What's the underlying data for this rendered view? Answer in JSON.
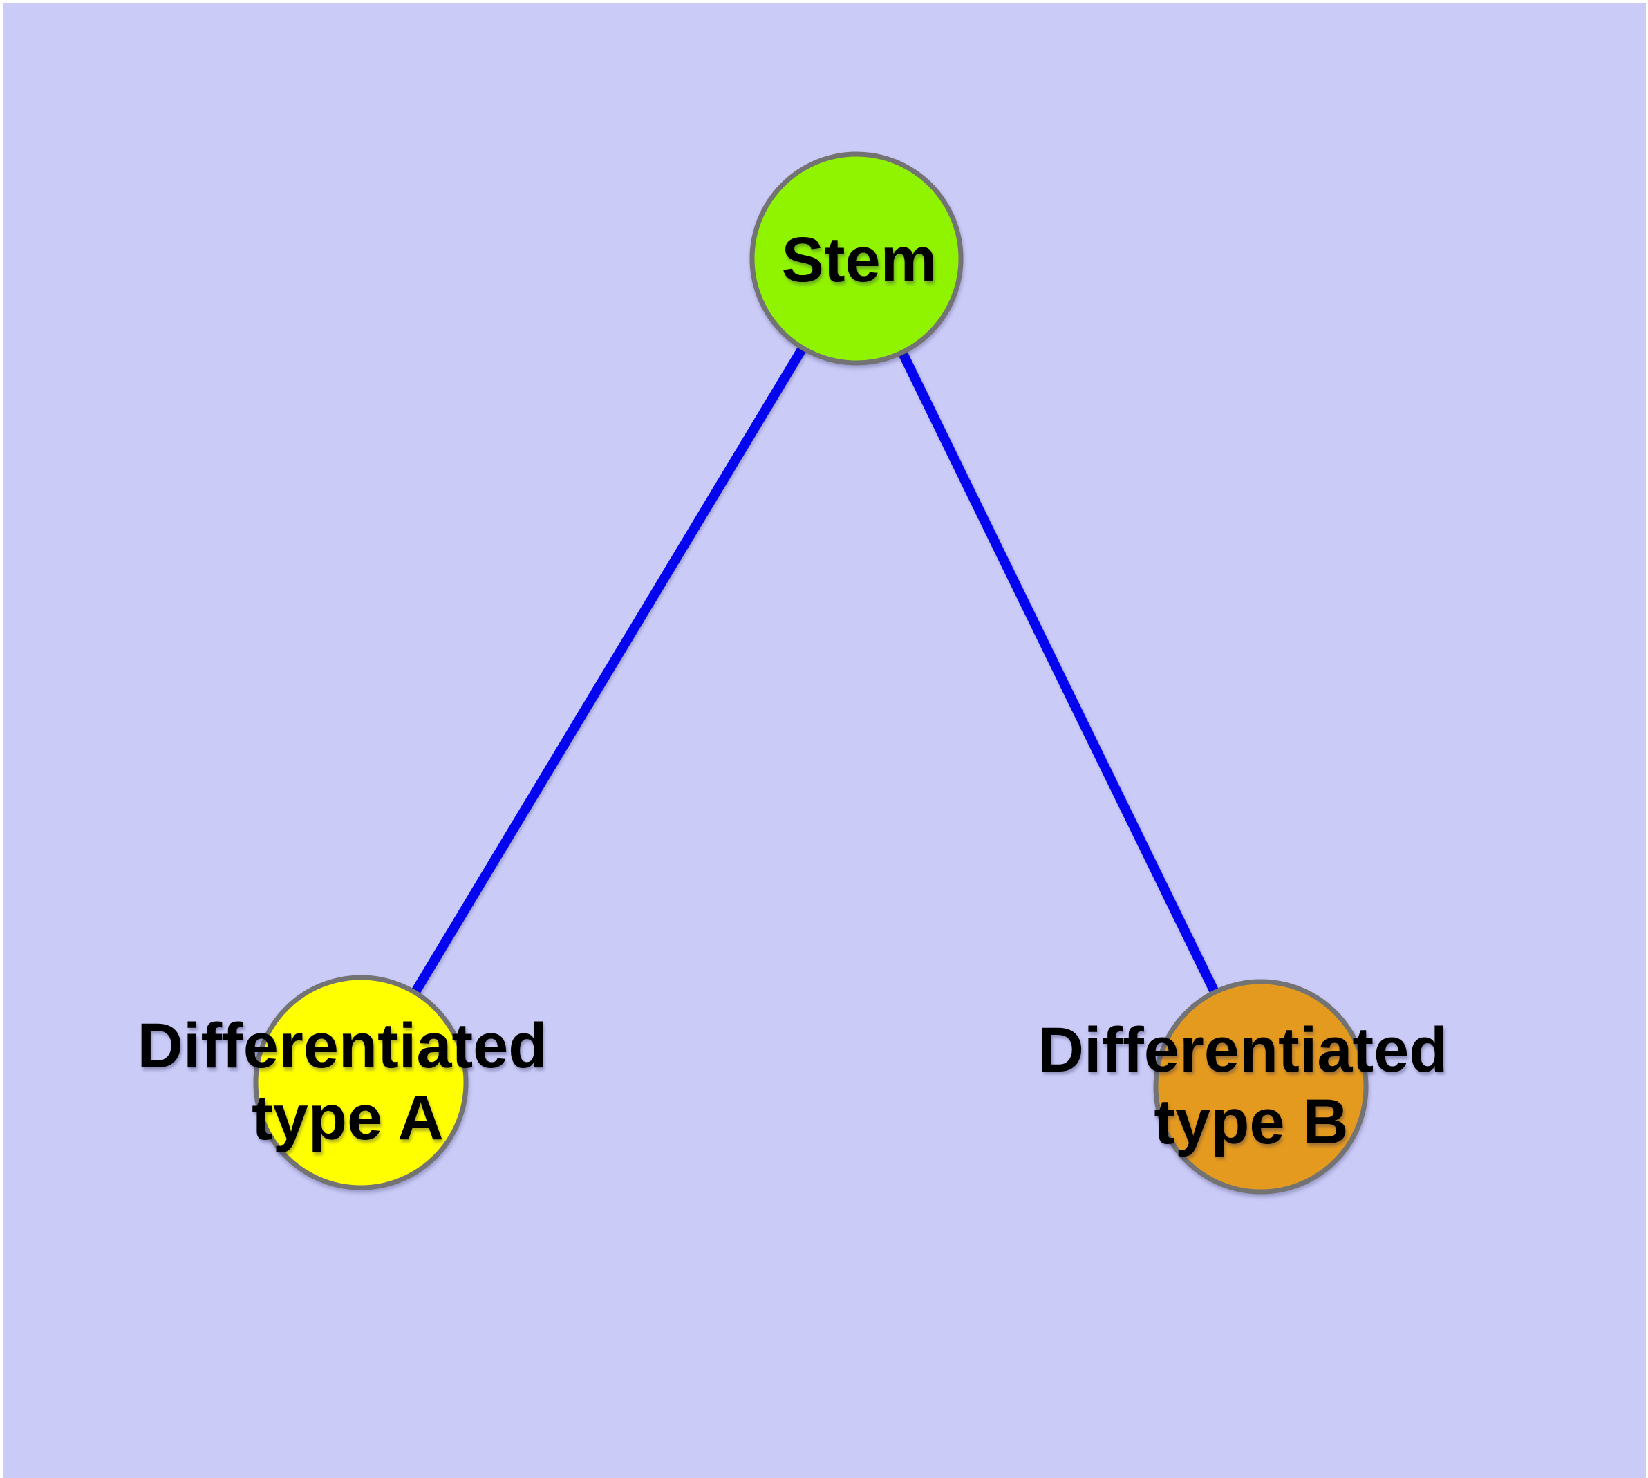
{
  "diagram": {
    "background_color": "#cbcbf8",
    "page_margin_color": "#ffffff",
    "edge_color": "#0404ee",
    "node_border_color": "#737373",
    "text_color": "#000000",
    "nodes": [
      {
        "id": "stem",
        "label": "Stem",
        "fill": "#90f400"
      },
      {
        "id": "differentiated-type-a",
        "label": "Differentiated type A",
        "label_line1": "Differentiated",
        "label_line2": "type A",
        "fill": "#ffff00"
      },
      {
        "id": "differentiated-type-b",
        "label": "Differentiated type B",
        "label_line1": "Differentiated",
        "label_line2": "type B",
        "fill": "#e49a1f"
      }
    ],
    "edges": [
      {
        "from": "stem",
        "to": "differentiated-type-a"
      },
      {
        "from": "stem",
        "to": "differentiated-type-b"
      }
    ]
  }
}
